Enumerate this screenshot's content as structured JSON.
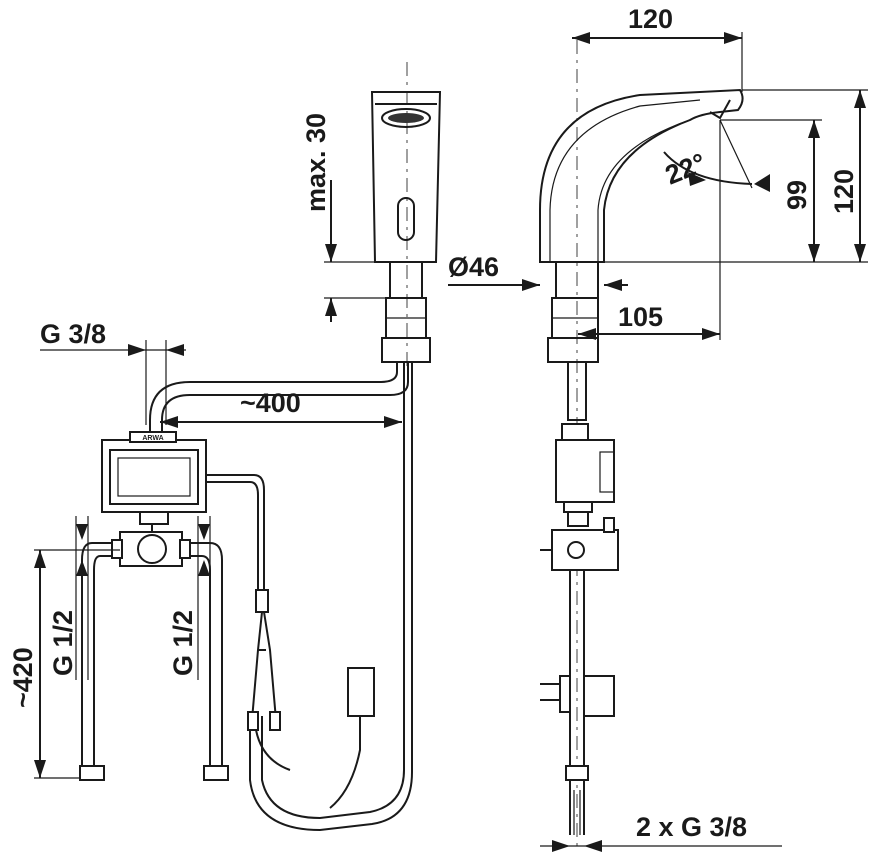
{
  "drawing": {
    "dimensions": {
      "width_top": "120",
      "spout_height": "max. 30",
      "body_diameter": "Ø46",
      "reach": "105",
      "height_total": "120",
      "height_outlet": "99",
      "angle": "22°",
      "inlet_thread": "G 3/8",
      "hose_length": "~400",
      "connector_length": "~420",
      "left_thread": "G 1/2",
      "right_thread": "G 1/2",
      "bottom_thread": "2 x G 3/8"
    },
    "box_marking": "ARWA"
  }
}
